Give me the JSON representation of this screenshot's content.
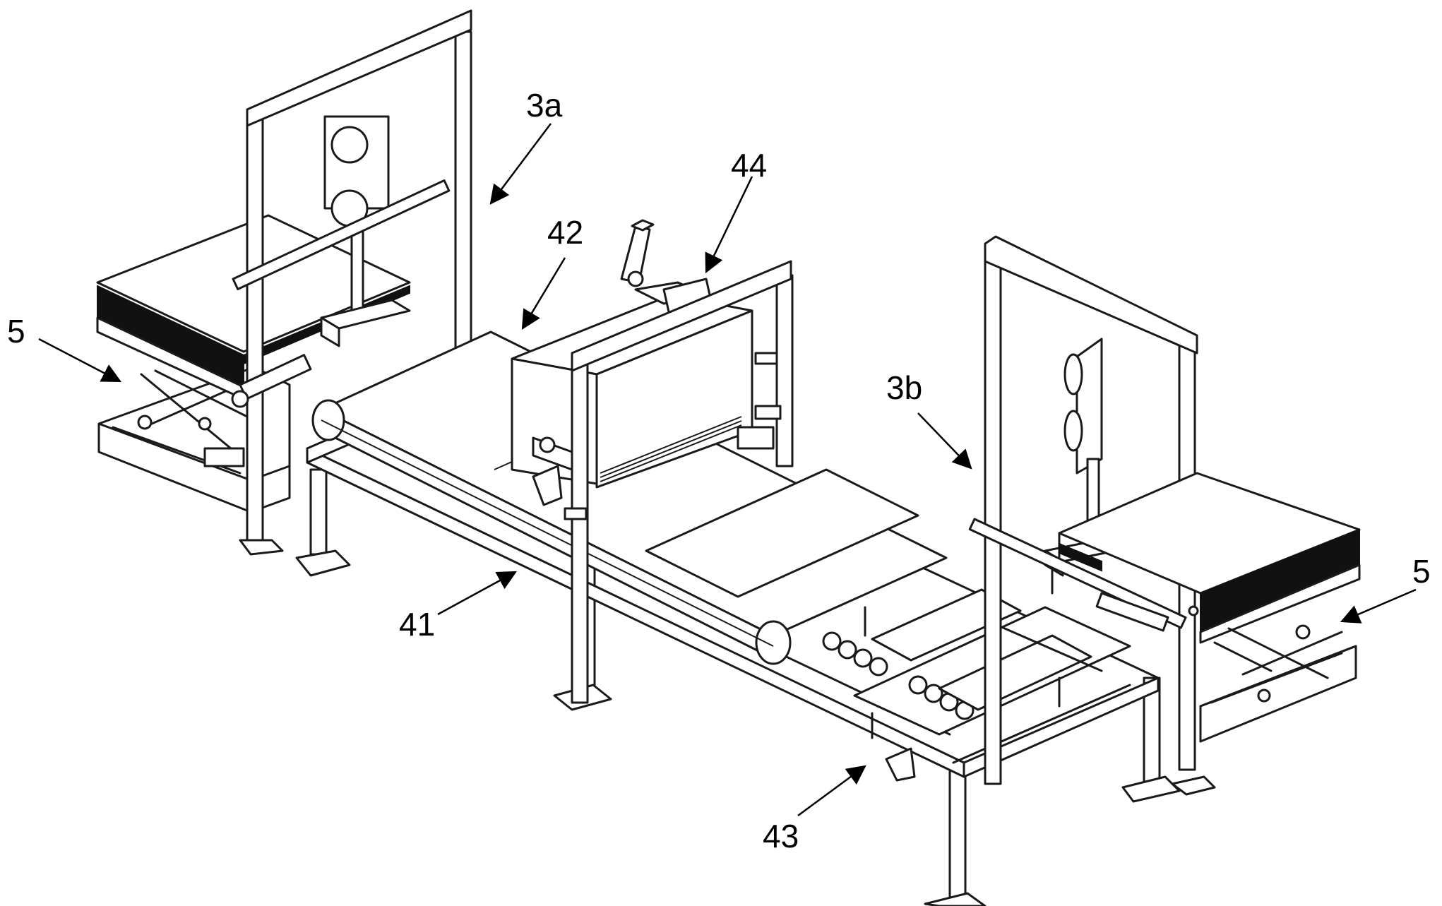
{
  "labels": {
    "l_5_left": "5",
    "l_3a": "3a",
    "l_42": "42",
    "l_44": "44",
    "l_3b": "3b",
    "l_5_right": "5",
    "l_41": "41",
    "l_43": "43"
  },
  "colors": {
    "line": "#1a1a1a",
    "fill_dark": "#111111",
    "background": "#ffffff"
  }
}
